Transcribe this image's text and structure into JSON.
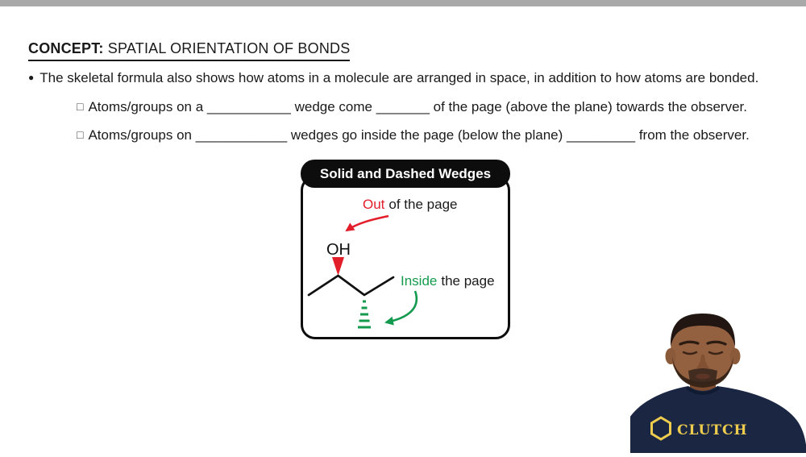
{
  "accent_colors": {
    "top_bar": "#a9a9a9",
    "red": "#e31e2b",
    "green": "#149a4e",
    "box_black": "#0d0d0d",
    "shirt_navy": "#1b2742",
    "logo_gold": "#eecc4e"
  },
  "title": {
    "label": "CONCEPT:",
    "text": " SPATIAL ORIENTATION OF BONDS"
  },
  "content": {
    "bullet_marker": "●",
    "bullet_text": "The skeletal formula also shows how atoms in a molecule are arranged in space, in addition to how atoms are bonded.",
    "sub_marker": "□",
    "sub_bullet_1": "Atoms/groups on a ___________ wedge come _______ of the page (above the plane) towards the observer.",
    "sub_bullet_2": "Atoms/groups on ____________ wedges go inside the page (below the plane) _________ from the observer."
  },
  "diagram": {
    "header": "Solid and Dashed Wedges",
    "out_highlight": "Out",
    "out_rest": "of the page",
    "oh_label": "OH",
    "inside_highlight": "Inside",
    "inside_rest": "the page"
  },
  "webcam": {
    "shirt_logo_text": "CLUTCH"
  }
}
